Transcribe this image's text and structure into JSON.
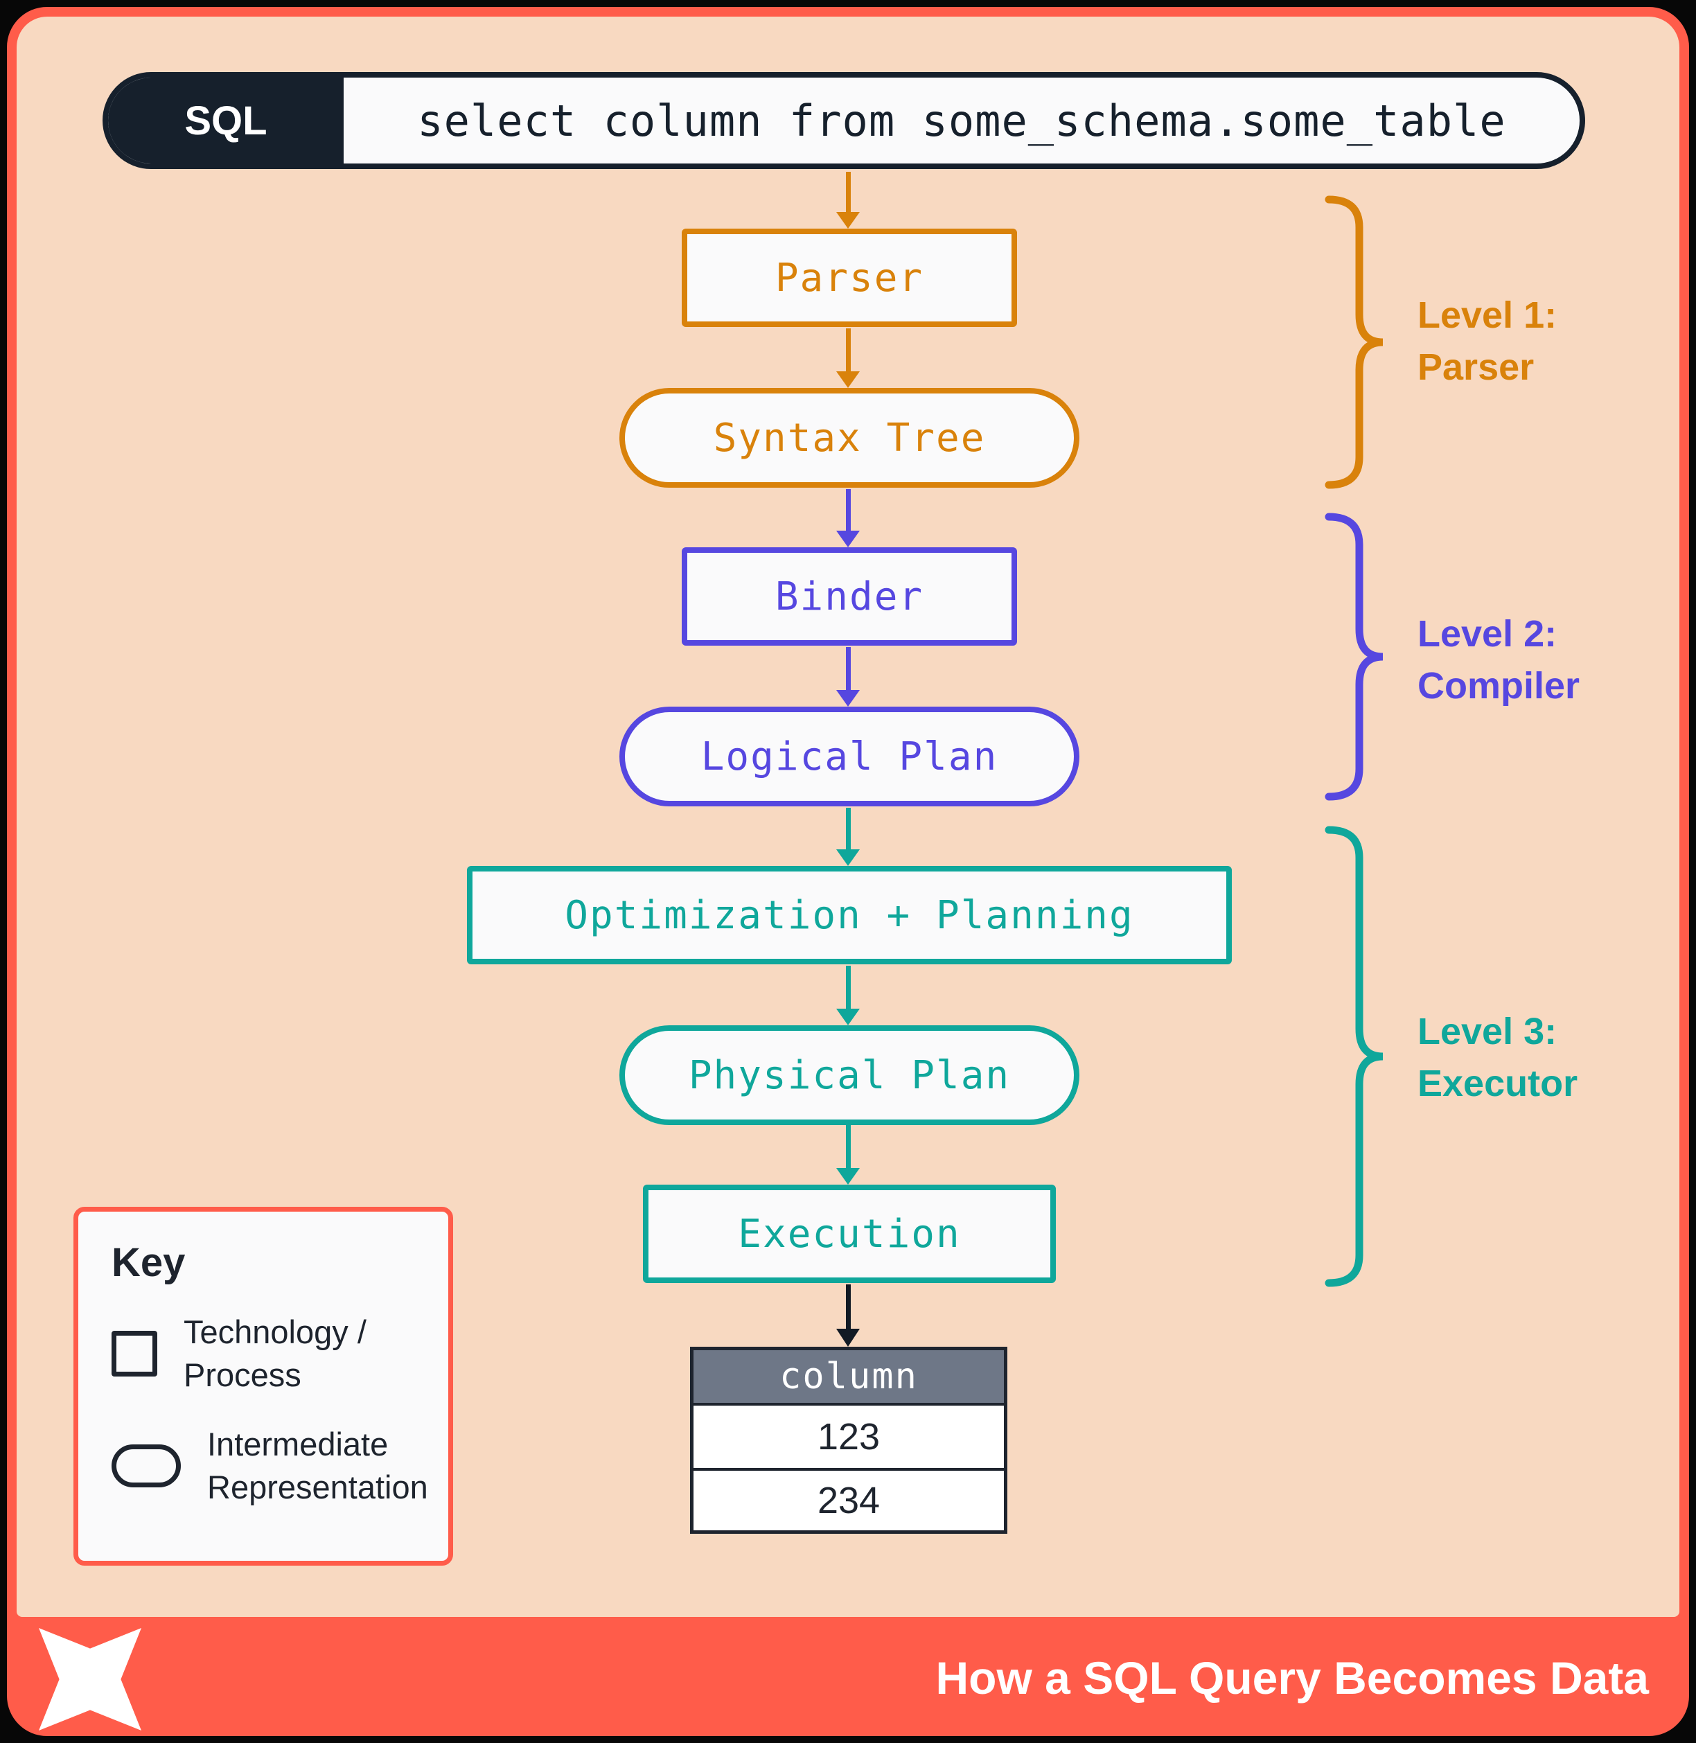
{
  "colors": {
    "background": "#F8D9C1",
    "frame": "#FF5C4A",
    "navy": "#16202C",
    "orange": "#D9820B",
    "purple": "#5647E0",
    "teal": "#0FA79B",
    "table-header": "#6E7787",
    "white": "#FAFAFB"
  },
  "sql_bar": {
    "label": "SQL",
    "query": "select column from some_schema.some_table"
  },
  "pipeline": {
    "nodes": [
      {
        "label": "Parser",
        "shape": "rect",
        "color": "orange"
      },
      {
        "label": "Syntax Tree",
        "shape": "pill",
        "color": "orange"
      },
      {
        "label": "Binder",
        "shape": "rect",
        "color": "purple"
      },
      {
        "label": "Logical Plan",
        "shape": "pill",
        "color": "purple"
      },
      {
        "label": "Optimization + Planning",
        "shape": "rect",
        "color": "teal"
      },
      {
        "label": "Physical Plan",
        "shape": "pill",
        "color": "teal"
      },
      {
        "label": "Execution",
        "shape": "rect",
        "color": "teal"
      }
    ]
  },
  "levels": [
    {
      "title": "Level 1:",
      "subtitle": "Parser",
      "color": "#D9820B"
    },
    {
      "title": "Level 2:",
      "subtitle": "Compiler",
      "color": "#5647E0"
    },
    {
      "title": "Level 3:",
      "subtitle": "Executor",
      "color": "#0FA79B"
    }
  ],
  "result_table": {
    "header": "column",
    "rows": [
      "123",
      "234"
    ]
  },
  "key": {
    "title": "Key",
    "items": [
      {
        "shape": "rect",
        "label": "Technology / Process"
      },
      {
        "shape": "pill",
        "label": "Intermediate Representation"
      }
    ]
  },
  "footer": {
    "title": "How a SQL Query Becomes Data"
  }
}
